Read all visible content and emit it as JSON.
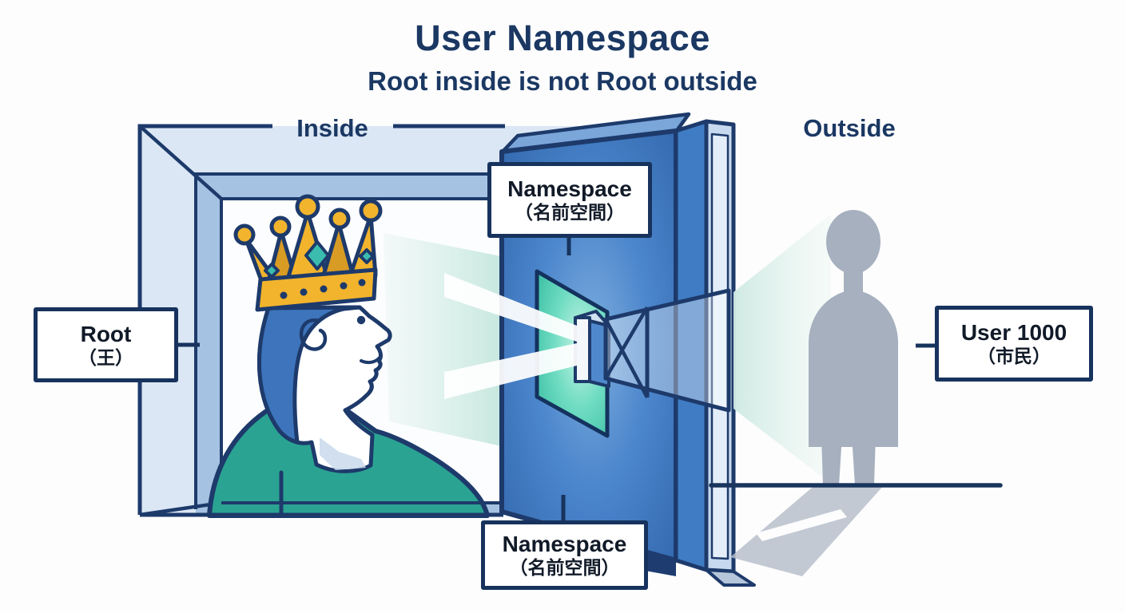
{
  "title": "User Namespace",
  "subtitle": "Root inside is not Root outside",
  "regions": {
    "inside": "Inside",
    "outside": "Outside"
  },
  "labels": {
    "root": {
      "line1": "Root",
      "line2": "（王）"
    },
    "user1000": {
      "line1": "User 1000",
      "line2": "（市民）"
    },
    "namespace_top": {
      "line1": "Namespace",
      "line2": "（名前空間）"
    },
    "namespace_bottom": {
      "line1": "Namespace",
      "line2": "（名前空間）"
    }
  },
  "colors": {
    "outline_navy": "#1d3a6b",
    "text_navy": "#1b3863",
    "frame_light": "#dbe7f4",
    "frame_medium": "#a5c2e2",
    "door_blue": "#4a86c8",
    "panel_teal": "#3fbfa8",
    "crown_gold": "#f2b42d",
    "crown_gold_dark": "#d89b24",
    "gem_teal": "#3bbcae",
    "shirt_teal": "#2ba393",
    "hair_blue": "#3d74bb",
    "silhouette_gray": "#a6b0bf",
    "shadow_gray": "#b7c0cb",
    "beam_cyan": "#d9efe9"
  }
}
